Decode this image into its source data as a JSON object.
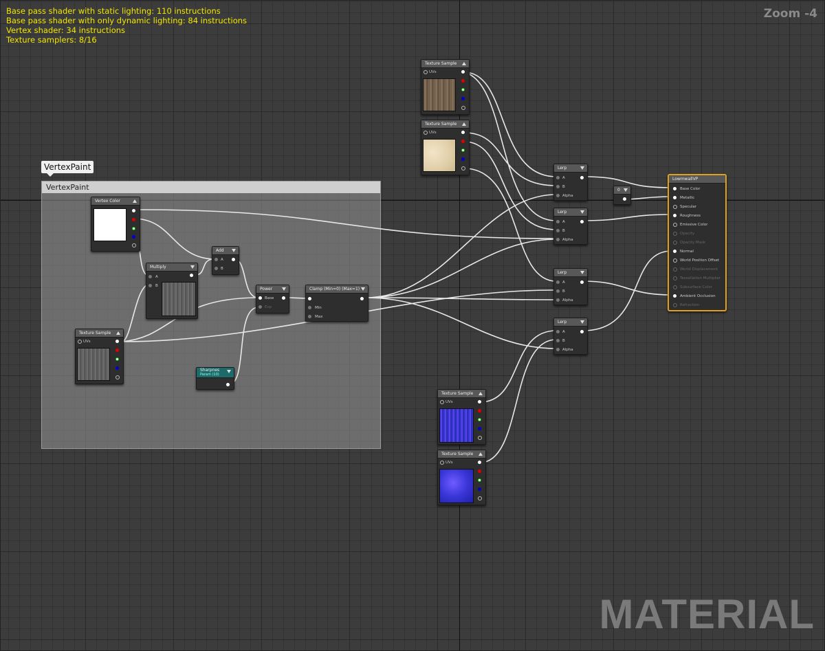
{
  "stats": [
    "Base pass shader with static lighting: 110 instructions",
    "Base pass shader with only dynamic lighting: 84 instructions",
    "Vertex shader: 34 instructions",
    "Texture samplers: 8/16"
  ],
  "zoom": "Zoom -4",
  "watermark": "MATERIAL",
  "comment": {
    "bubble": "VertexPaint",
    "title": "VertexPaint"
  },
  "nodes": {
    "vertex_color": {
      "title": "Vertex Color"
    },
    "multiply": {
      "title": "Multiply",
      "pin_a": "A",
      "pin_b": "B"
    },
    "add": {
      "title": "Add",
      "pin_a": "A",
      "pin_b": "B"
    },
    "power": {
      "title": "Power",
      "pin_base": "Base",
      "pin_exp": "Exp"
    },
    "clamp": {
      "title": "Clamp (Min=0) (Max=1)",
      "pin_min": "Min",
      "pin_max": "Max"
    },
    "sharpness": {
      "title": "Sharpnes",
      "sub": "Param (10)"
    },
    "tex_left": {
      "title": "Texture Sample",
      "uvs": "UVs"
    },
    "tex_wood": {
      "title": "Texture Sample",
      "uvs": "UVs"
    },
    "tex_cream": {
      "title": "Texture Sample",
      "uvs": "UVs"
    },
    "tex_norm1": {
      "title": "Texture Sample",
      "uvs": "UVs"
    },
    "tex_norm2": {
      "title": "Texture Sample",
      "uvs": "UVs"
    },
    "lerp1": {
      "title": "Lerp",
      "a": "A",
      "b": "B",
      "alpha": "Alpha"
    },
    "lerp2": {
      "title": "Lerp",
      "a": "A",
      "b": "B",
      "alpha": "Alpha"
    },
    "lerp3": {
      "title": "Lerp",
      "a": "A",
      "b": "B",
      "alpha": "Alpha"
    },
    "lerp4": {
      "title": "Lerp",
      "a": "A",
      "b": "B",
      "alpha": "Alpha"
    },
    "const": {
      "title": "0"
    },
    "material": {
      "title": "LowmwallVP",
      "inputs": [
        "Base Color",
        "Metallic",
        "Specular",
        "Roughness",
        "Emissive Color",
        "Opacity",
        "Opacity Mask",
        "Normal",
        "World Position Offset",
        "World Displacement",
        "Tessellation Multiplier",
        "Subsurface Color",
        "Ambient Occlusion",
        "Refraction"
      ]
    }
  }
}
